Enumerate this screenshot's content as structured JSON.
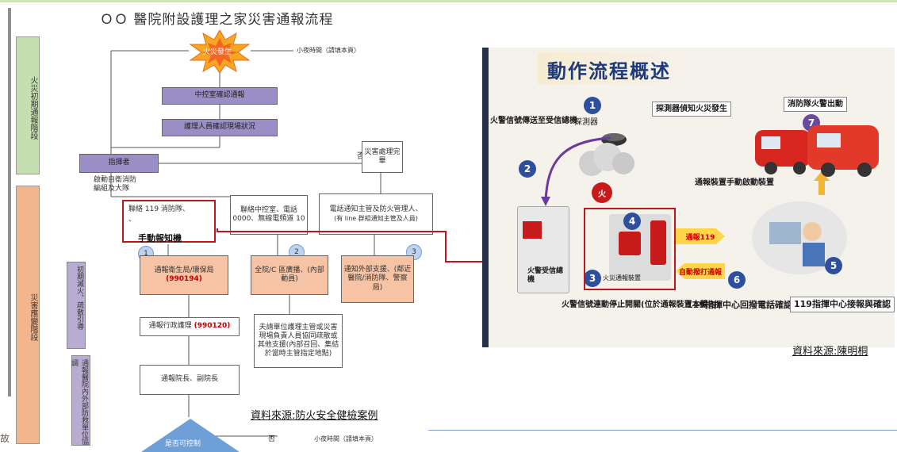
{
  "left_flowchart": {
    "title": "ＯＯ 醫院附設護理之家災害通報流程",
    "phases": [
      "火災初期通報階段",
      "災害應變階段"
    ],
    "start_event": "火災發生",
    "start_note": "小夜時間（請填本頁）",
    "steps": {
      "notify_center": "中控室確認通報",
      "staff_check": "護理人員確認現場狀況",
      "commander": "指揮者",
      "no_label": "否",
      "disaster_report": "災害處理完畢",
      "activate_note": "啟動自衛消防編組及大隊",
      "call_119": "聯絡 119 消防隊、",
      "call_119_sub": "、",
      "manual_notify": "手動報知機",
      "contact_center": "聯絡中控室、電話 0000、無線電頻道 10",
      "notify_supervisor": "電話通知主管及防火管理人、",
      "notify_supervisor_sub": "(有 line 群組通知主管及人員)",
      "report_gov": "通報衛生局/環保局",
      "report_gov_code": "(990194)",
      "notify_all": "全院/C 區廣播、(內部動員)",
      "external_notify": "通知外部支援、(鄰近醫院/消防隊、警察局)",
      "admin_report": "通報行政護理",
      "admin_code": "(990120)",
      "unit_supervisor": "夫請單位護理主管或災害現場負責人員協同疏散或其他支援(內部召回、集結於當時主管指定地點)",
      "unit_notify": "通報院長、副院長",
      "decision": "是否可控制",
      "yes_label": "否",
      "bottom_note": "小夜時間（請填本頁）",
      "side_box_1": "初期滅火、疏散引導",
      "side_box_2": "通報醫院內外部防救單位協調",
      "circle_1": "1",
      "circle_2": "2",
      "circle_3": "3"
    },
    "source": "資料來源:防火安全健檢案例"
  },
  "right_infographic": {
    "title": "動作流程概述",
    "steps": {
      "n1": "1",
      "n2": "2",
      "n3": "3",
      "n4": "4",
      "n5": "5",
      "n6": "6",
      "n7": "7",
      "detector_detects": "探測器偵知火災發生",
      "detector_label": "探測器",
      "signal_to_panel": "火警信號傳送至受信總機",
      "panel_label": "火警受信總機",
      "manual_alarm": "通報裝置手動啟動裝置",
      "notify_119": "通報119",
      "callback": "自動撥打通報",
      "device_label": "火災通報裝置",
      "stop_signal": "火警信號連動停止開關(位於通報裝置本體內)",
      "center_callback": "119指揮中心回撥電話確認火災",
      "center_confirm": "119指揮中心接報與確認",
      "fire_dispatch": "消防隊火警出動",
      "fire_mark": "火"
    },
    "source": "資料來源:陳明桐"
  },
  "corner_glyph": "故",
  "colors": {
    "phase1": "#c6dfb1",
    "phase2": "#f3b58e",
    "purple_box": "#9b8ec6",
    "salmon_box": "#f6c4a4",
    "highlight_red": "#c0151b",
    "title_blue": "#1f3a7a",
    "step_blue": "#2e4f9e"
  }
}
